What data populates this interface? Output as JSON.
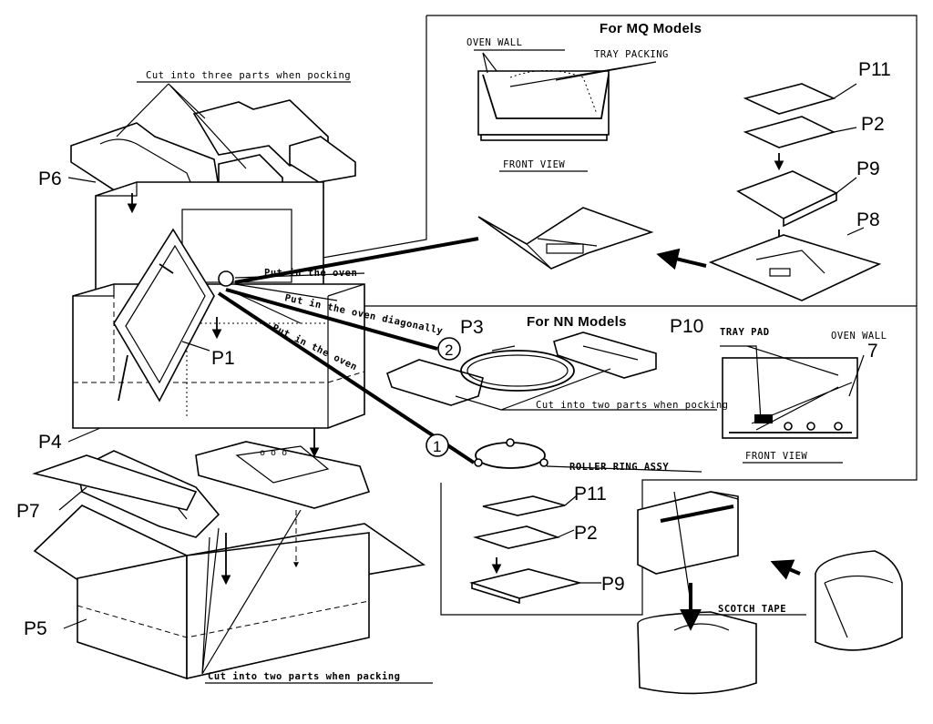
{
  "panels": {
    "mq": {
      "title": "For MQ Models",
      "oven_wall": "OVEN WALL",
      "tray_packing": "TRAY PACKING",
      "front_view": "FRONT VIEW"
    },
    "nn": {
      "title": "For NN Models",
      "tray_pad": "TRAY PAD",
      "oven_wall": "OVEN WALL",
      "front_view": "FRONT VIEW"
    }
  },
  "notes": {
    "cut_three": "Cut into three parts when pocking",
    "put_oven_1": "Put in the oven",
    "put_oven_diag": "Put in the oven diagonally",
    "put_oven_2": "Put in the oven",
    "cut_two_nn": "Cut into two parts when pocking",
    "roller_ring": "ROLLER RING ASSY",
    "scotch_tape": "SCOTCH TAPE",
    "cut_two_bottom": "Cut into two parts when packing"
  },
  "callouts": {
    "one": "1",
    "two": "2"
  },
  "parts": {
    "p6": "P6",
    "p1": "P1",
    "p4": "P4",
    "p7": "P7",
    "p5": "P5",
    "p3": "P3",
    "p10": "P10",
    "p11_mq": "P11",
    "p2_mq": "P2",
    "p9_mq": "P9",
    "p8_mq": "P8",
    "p11_nn": "P11",
    "p2_nn": "P2",
    "p9_nn": "P9",
    "seven": "7"
  }
}
